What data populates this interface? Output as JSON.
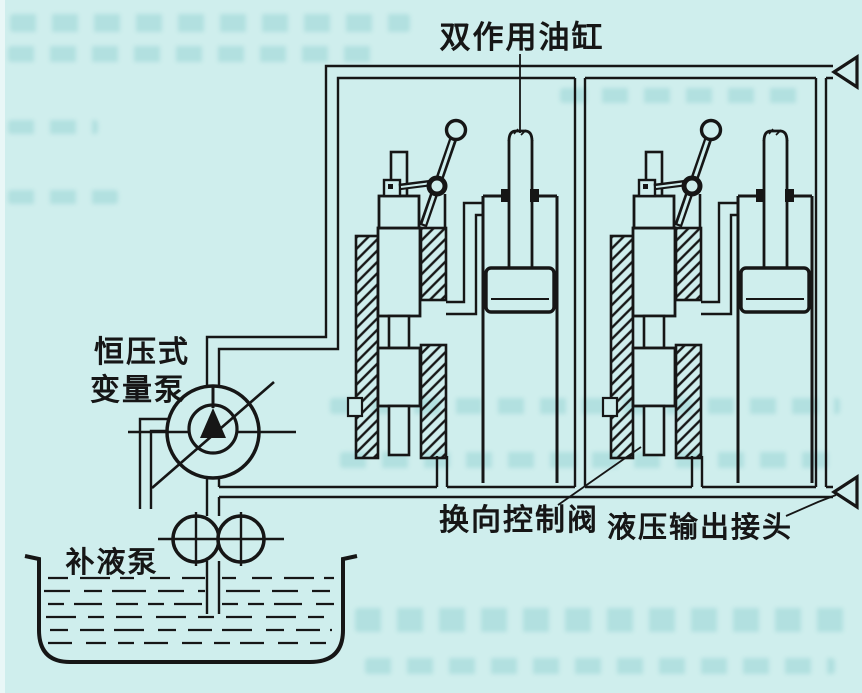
{
  "figure": {
    "type": "hydraulic-schematic",
    "background_color": "#cfeeed",
    "ink_color": "#161616",
    "labels": {
      "double_acting_cylinder": "双作用油缸",
      "pump_line1": "恒压式",
      "pump_line2": "变量泵",
      "makeup_pump": "补液泵",
      "directional_control_valve": "换向控制阀",
      "hydraulic_output_connector": "液压输出接头"
    }
  }
}
